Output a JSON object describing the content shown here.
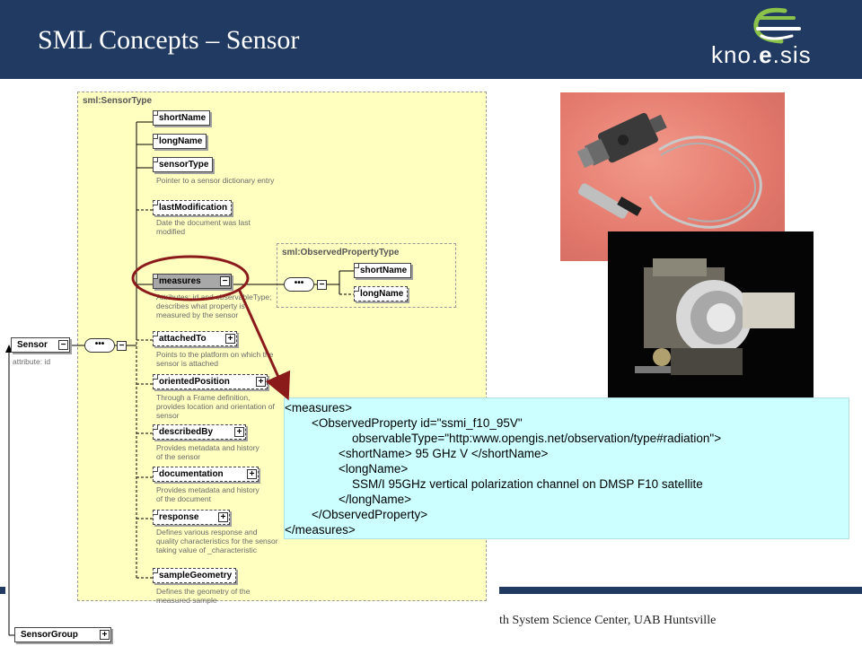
{
  "slide": {
    "title": "SML Concepts – Sensor",
    "logo": {
      "prefix": "kno.",
      "bold": "e",
      "suffix": ".sis"
    },
    "footer": "th System Science Center, UAB Huntsville"
  },
  "diagram": {
    "sensor_type_label": "sml:SensorType",
    "observed_property_label": "sml:ObservedPropertyType",
    "root": {
      "name": "Sensor",
      "attribute": "attribute: id"
    },
    "group": {
      "name": "SensorGroup"
    },
    "seq_symbol": "•••",
    "elements": [
      {
        "name": "shortName",
        "desc": ""
      },
      {
        "name": "longName",
        "desc": ""
      },
      {
        "name": "sensorType",
        "desc": "Pointer to a sensor dictionary entry"
      },
      {
        "name": "lastModification",
        "desc": "Date the document was last modified"
      },
      {
        "name": "measures",
        "desc": "Attributes: id and observableType; describes what property is measured by the sensor"
      },
      {
        "name": "attachedTo",
        "desc": "Points to the platform on which the sensor is attached"
      },
      {
        "name": "orientedPosition",
        "desc": "Through a Frame definition, provides location and orientation of sensor"
      },
      {
        "name": "describedBy",
        "desc": "Provides metadata and history of the sensor"
      },
      {
        "name": "documentation",
        "desc": "Provides metadata and history of the document"
      },
      {
        "name": "response",
        "desc": "Defines various response and quality characteristics for the sensor taking value of _characteristic"
      },
      {
        "name": "sampleGeometry",
        "desc": "Defines the geometry of the measured sample"
      }
    ],
    "observed_children": [
      {
        "name": "shortName"
      },
      {
        "name": "longName"
      }
    ]
  },
  "code": {
    "lines": [
      "<measures>",
      "        <ObservedProperty id=\"ssmi_f10_95V\"",
      "                    observableType=\"http:www.opengis.net/observation/type#radiation\">",
      "                <shortName> 95 GHz V </shortName>",
      "                <longName>",
      "                    SSM/I 95GHz vertical polarization channel on DMSP F10 satellite",
      "                </longName>",
      "        </ObservedProperty>",
      "</measures>"
    ]
  },
  "colors": {
    "header": "#213a62",
    "panel": "#ffffc0",
    "code_bg": "#ccffff",
    "highlight": "#8b1a1a",
    "logo_accent": "#8bc34a"
  }
}
